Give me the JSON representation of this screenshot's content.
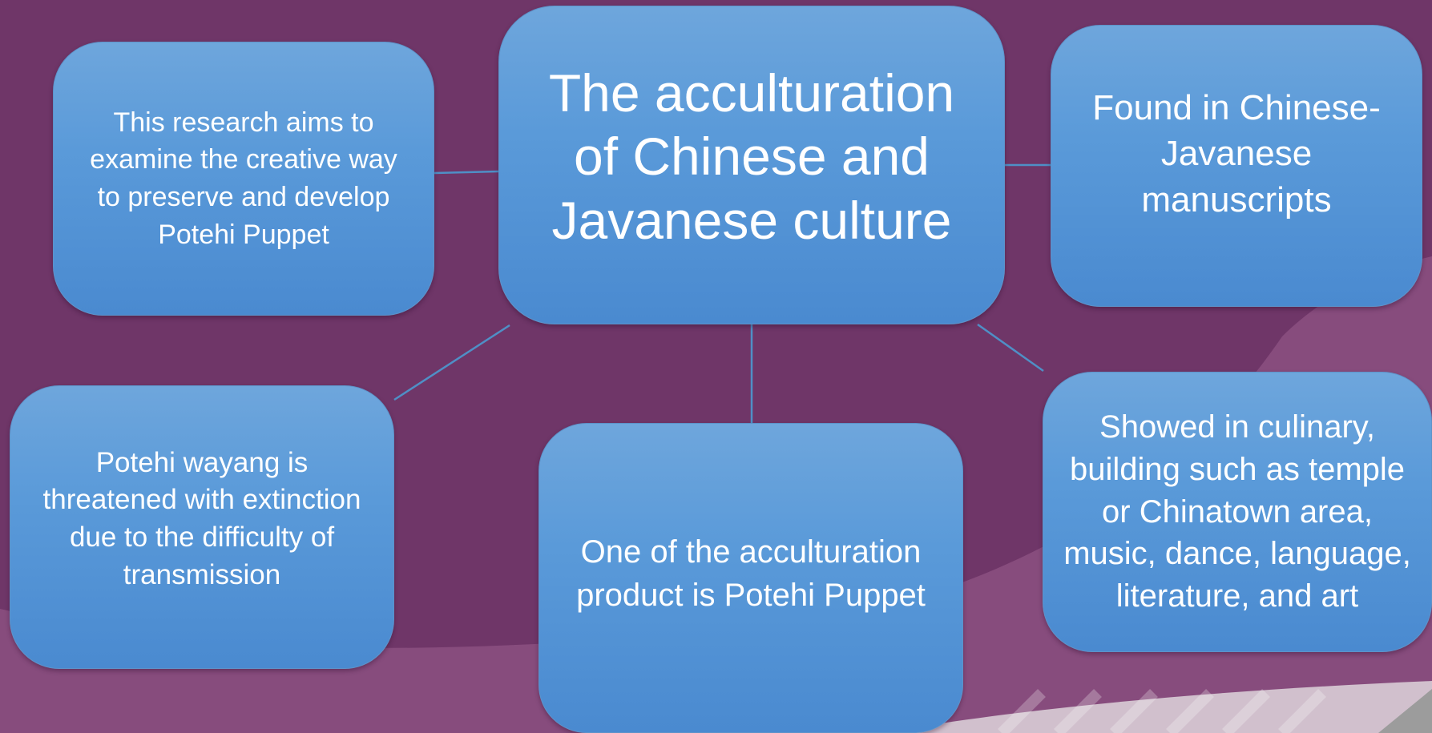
{
  "diagram": {
    "center": "The acculturation of Chinese and Javanese culture",
    "top_left": "This research aims to examine the creative way to preserve and develop Potehi Puppet",
    "top_right": "Found in Chinese-Javanese manuscripts",
    "bottom_left": "Potehi wayang is threatened with extinction due to the difficulty of transmission",
    "bottom_center": "One of the acculturation product is Potehi Puppet",
    "bottom_right": "Showed in culinary, building such as temple or Chinatown area, music, dance, language, literature, and art"
  },
  "colors": {
    "background": "#6f3668",
    "node_fill": "#5a9ad9",
    "connector": "#4f8fc6",
    "text": "#ffffff"
  }
}
